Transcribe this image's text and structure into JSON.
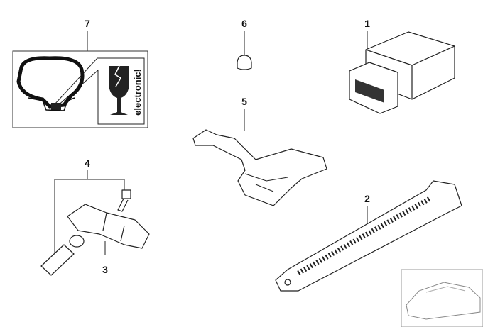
{
  "diagram": {
    "callouts": [
      {
        "number": "1",
        "part": "control-module"
      },
      {
        "number": "2",
        "part": "mounting-strap"
      },
      {
        "number": "3",
        "part": "tire-pressure-sensor"
      },
      {
        "number": "4",
        "part": "valve-and-screw"
      },
      {
        "number": "5",
        "part": "bracket"
      },
      {
        "number": "6",
        "part": "cap-nut"
      },
      {
        "number": "7",
        "part": "warning-label"
      }
    ],
    "warning_label_text": "electronic!"
  }
}
